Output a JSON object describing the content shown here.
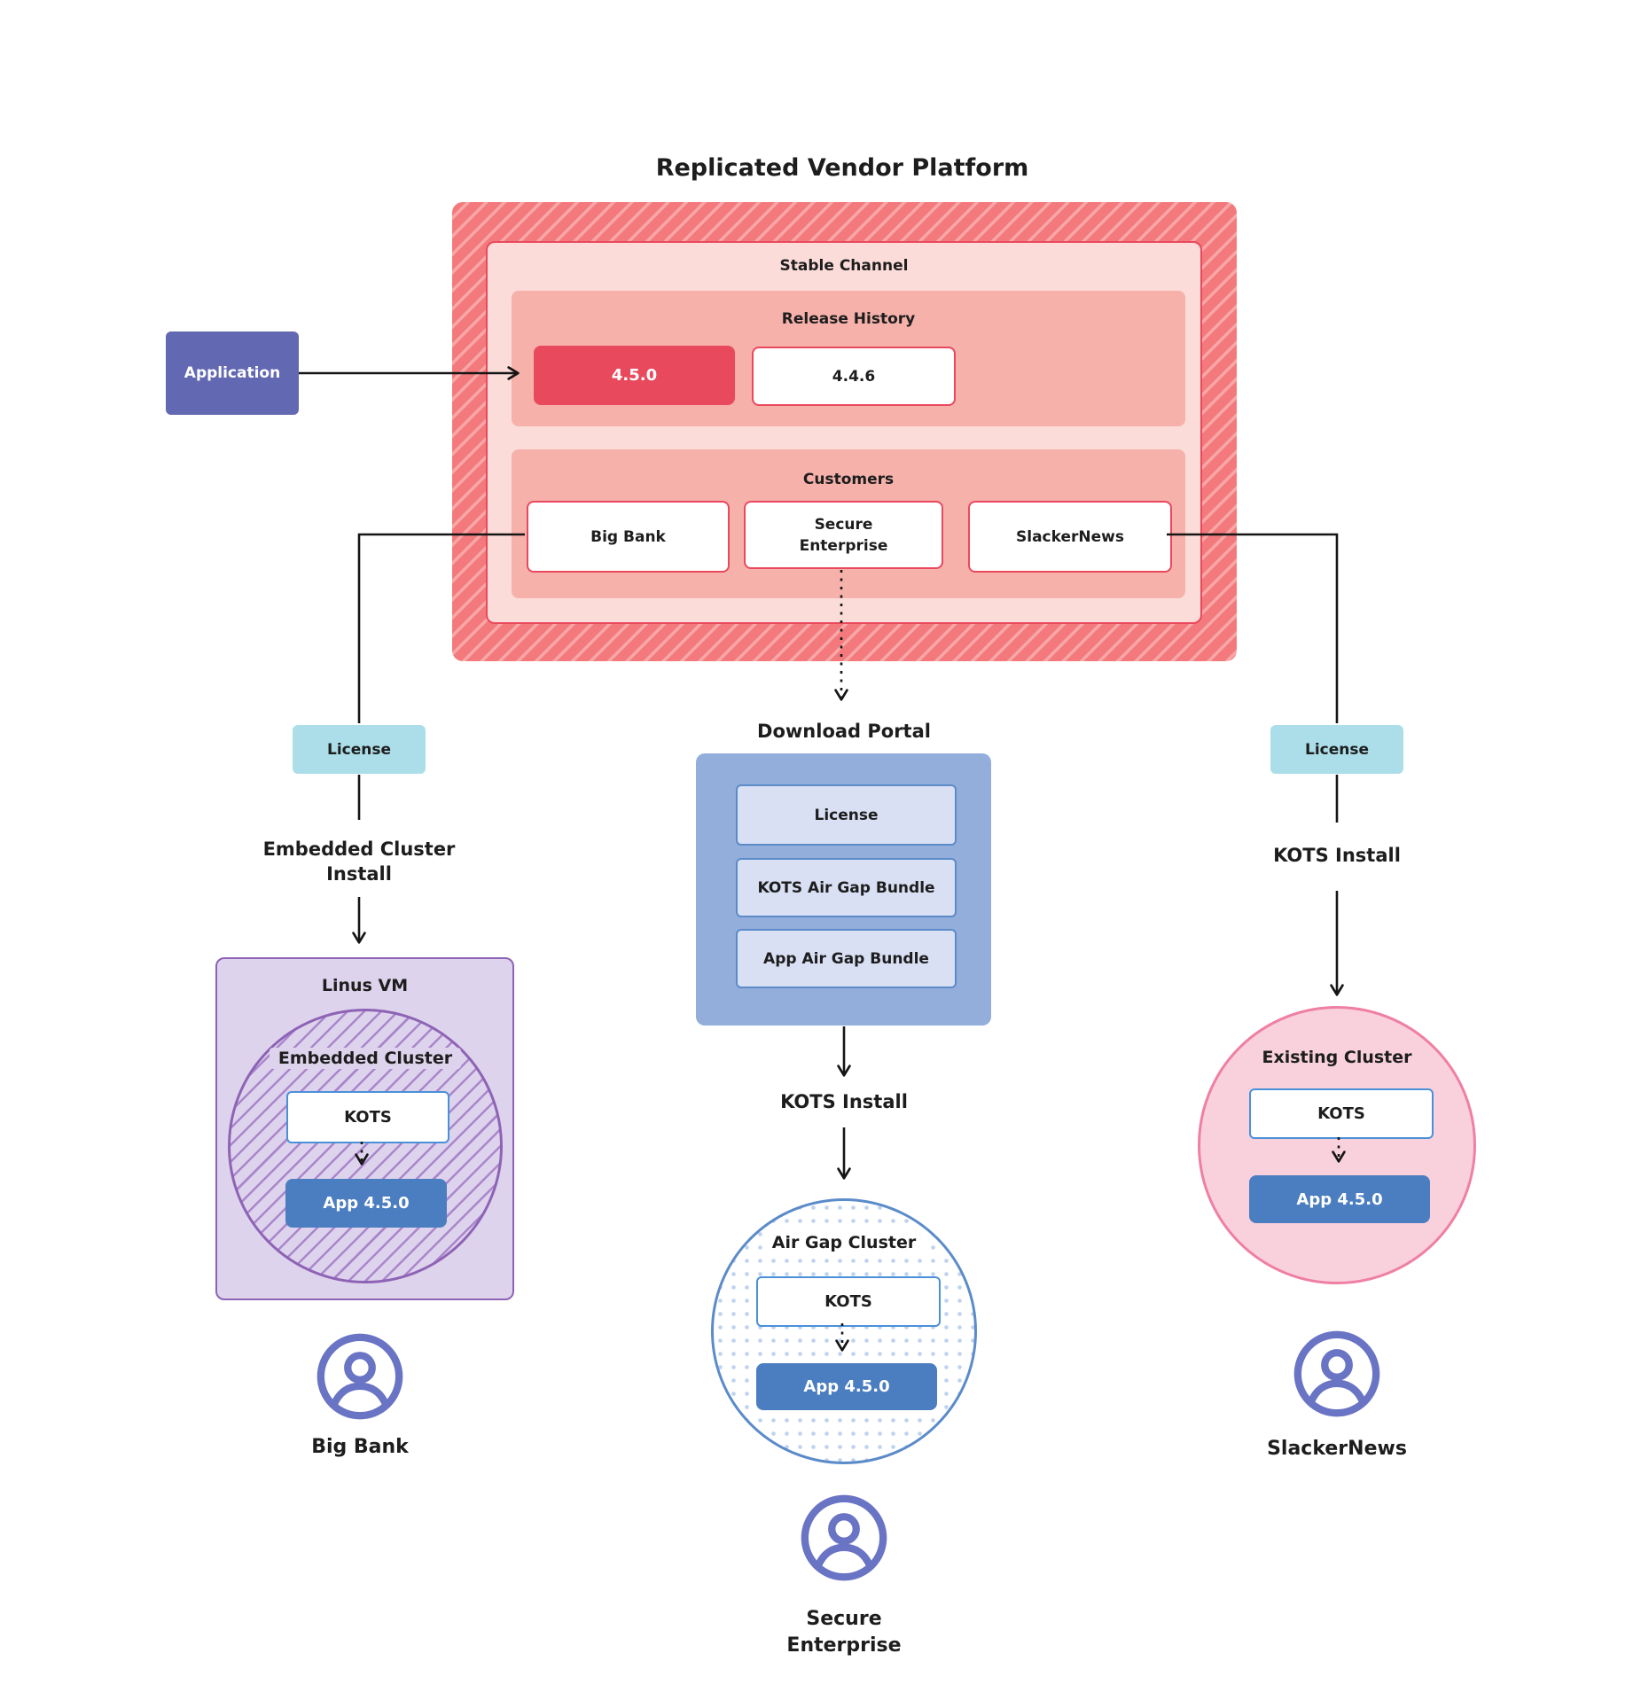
{
  "title": "Replicated Vendor Platform",
  "platform": {
    "stable_channel_label": "Stable Channel",
    "release_history": {
      "label": "Release History",
      "releases": [
        {
          "version": "4.5.0"
        },
        {
          "version": "4.4.6"
        }
      ]
    },
    "customers": {
      "label": "Customers",
      "items": [
        {
          "name": "Big Bank"
        },
        {
          "name": "Secure Enterprise"
        },
        {
          "name": "SlackerNews"
        }
      ]
    }
  },
  "application_label": "Application",
  "download_portal": {
    "label": "Download Portal",
    "items": [
      {
        "name": "License"
      },
      {
        "name": "KOTS Air Gap Bundle"
      },
      {
        "name": "App Air Gap Bundle"
      }
    ]
  },
  "big_bank_flow": {
    "license_label": "License",
    "install_label_line1": "Embedded Cluster",
    "install_label_line2": "Install",
    "vm_label": "Linus VM",
    "cluster_label": "Embedded Cluster",
    "kots_label": "KOTS",
    "app_label": "App 4.5.0",
    "customer_label": "Big Bank"
  },
  "secure_flow": {
    "install_label": "KOTS Install",
    "cluster_label": "Air Gap Cluster",
    "kots_label": "KOTS",
    "app_label": "App 4.5.0",
    "customer_label_line1": "Secure",
    "customer_label_line2": "Enterprise"
  },
  "slacker_flow": {
    "license_label": "License",
    "install_label": "KOTS Install",
    "cluster_label": "Existing Cluster",
    "kots_label": "KOTS",
    "app_label": "App 4.5.0",
    "customer_label": "SlackerNews"
  },
  "colors": {
    "brand_red": "#e9495d",
    "hatch_red_base": "#f3797c",
    "hatch_red_stripe": "#f8a6a6",
    "stable_pink": "#fbdcd8",
    "panel_salmon": "#f6b1aa",
    "application_purple": "#6268b2",
    "license_teal": "#abdee9",
    "portal_blue": "#93aedb",
    "portal_item_blue": "#d9e0f4",
    "app_box_blue": "#4b7ec0",
    "kots_border_blue": "#4a90d9",
    "vm_lavender": "#ddd3ec",
    "vm_purple_border": "#8e63b5",
    "cluster_pink_fill": "#f9d1dd",
    "cluster_pink_border": "#ef7fa3",
    "user_icon_purple": "#6a74c4"
  }
}
